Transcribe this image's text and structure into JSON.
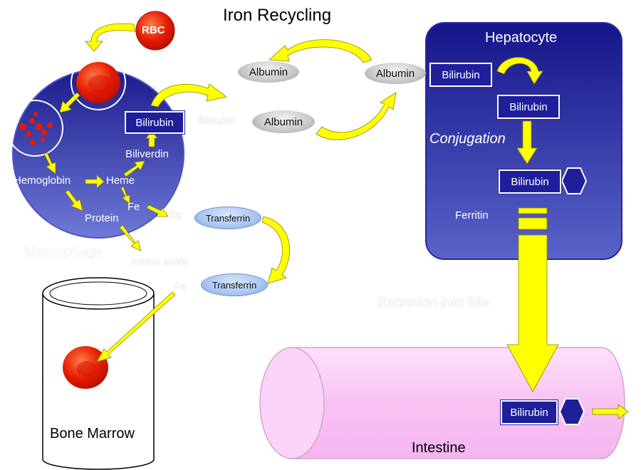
{
  "title": "Iron Recycling",
  "rbc_label": "RBC",
  "macrophage": {
    "label": "Macrophage",
    "bilirubin": "Bilirubin",
    "biliverdin": "Biliverdin",
    "hemoglobin": "Hemoglobin",
    "heme": "Heme",
    "fe": "Fe",
    "protein": "Protein",
    "amino_acids": "Amino acids"
  },
  "blood": {
    "albumin_left": "Albumin",
    "albumin_right": "Albumin",
    "albumin_lower": "Albumin",
    "bilirubin_ghost": "Bilirubin",
    "fe_top": "Fe",
    "fe_bottom": "Fe",
    "transferrin_top": "Transferrin",
    "transferrin_bottom": "Transferrin"
  },
  "hepatocyte": {
    "title": "Hepatocyte",
    "bilirubin_1": "Bilirubin",
    "bilirubin_2": "Bilirubin",
    "conjugation": "Conjugation",
    "bilirubin_3": "Bilirubin",
    "ferritin": "Ferritin"
  },
  "excretion_label": "Excretion into bile",
  "bone_marrow": {
    "label": "Bone Marrow"
  },
  "intestine": {
    "label": "Intestine",
    "bilirubin": "Bilirubin"
  },
  "colors": {
    "navy": "#1f1f9a",
    "cell_blue": "#3535b0",
    "arrow_yellow": "#ffff00",
    "intestine_pink": "#fbc8f6",
    "rbc_red": "#e21a00"
  }
}
